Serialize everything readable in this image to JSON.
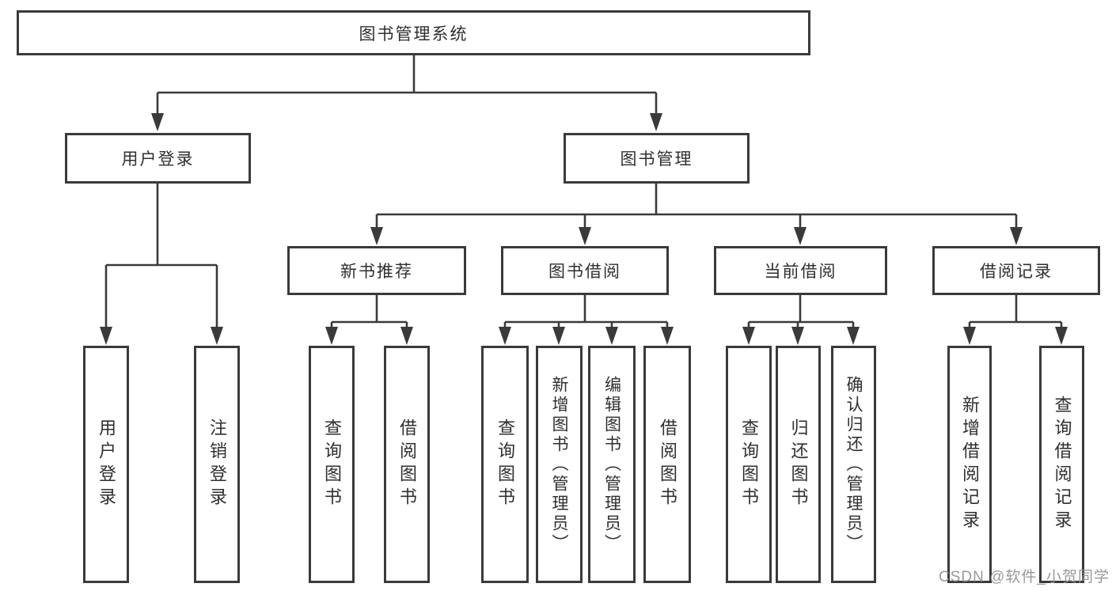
{
  "title": "图书管理系统",
  "watermark": "CSDN @软件_小贺同学",
  "colors": {
    "line": "#3a3a3a",
    "box_border": "#3a3a3a",
    "box_fill": "#ffffff",
    "text": "#2f2f2f",
    "watermark": "#949494",
    "background": "#ffffff"
  },
  "tree": {
    "root": {
      "label": "图书管理系统"
    },
    "branches": [
      {
        "label": "用户登录",
        "leaves": [
          "用户登录",
          "注销登录"
        ]
      },
      {
        "label": "图书管理",
        "sections": [
          {
            "label": "新书推荐",
            "leaves": [
              "查询图书",
              "借阅图书"
            ]
          },
          {
            "label": "图书借阅",
            "leaves": [
              "查询图书",
              "新增图书（管理员）",
              "编辑图书（管理员）",
              "借阅图书"
            ]
          },
          {
            "label": "当前借阅",
            "leaves": [
              "查询图书",
              "归还图书",
              "确认归还（管理员）"
            ]
          },
          {
            "label": "借阅记录",
            "leaves": [
              "新增借阅记录",
              "查询借阅记录"
            ]
          }
        ]
      }
    ]
  }
}
